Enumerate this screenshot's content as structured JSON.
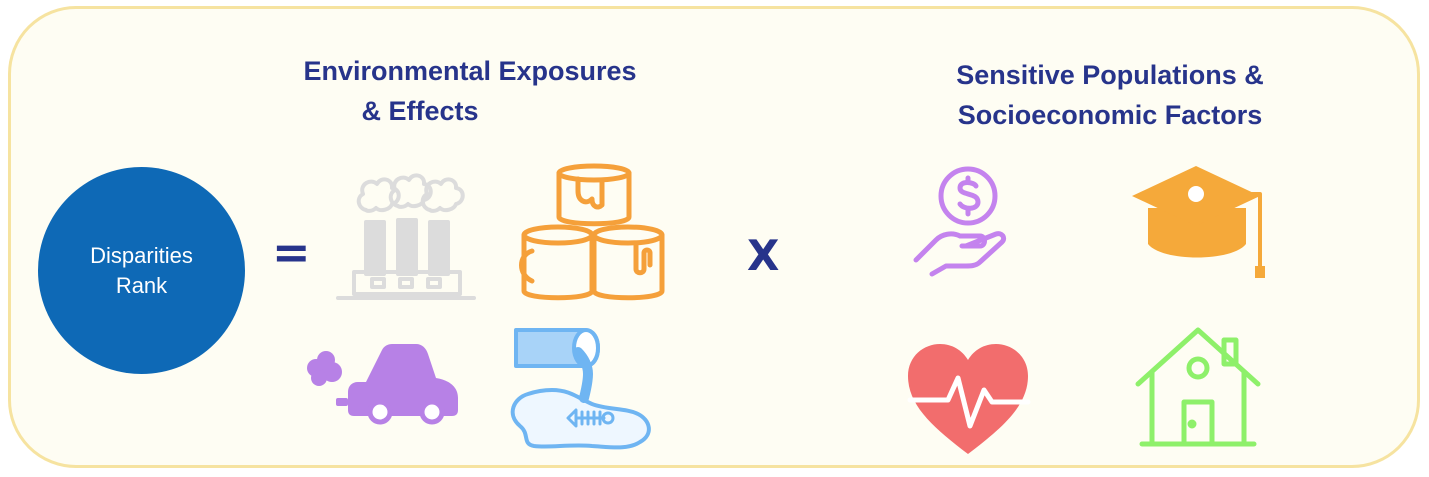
{
  "headings": {
    "environmental": {
      "line1": "Environmental Exposures",
      "line2": "& Effects"
    },
    "sensitive": {
      "line1": "Sensitive Populations &",
      "line2": "Socioeconomic Factors"
    }
  },
  "rank": {
    "line1": "Disparities",
    "line2": "Rank"
  },
  "operators": {
    "equals": "=",
    "times": "X"
  },
  "icons": {
    "environmental": [
      "factory-smoke-icon",
      "paint-cans-icon",
      "car-exhaust-icon",
      "water-pollution-icon"
    ],
    "sensitive": [
      "income-hand-icon",
      "graduation-cap-icon",
      "heart-pulse-icon",
      "house-icon"
    ]
  },
  "colors": {
    "heading": "#27348b",
    "circle": "#0e69b6",
    "panel_border": "#f6e3a0",
    "factory": "#dcdcdc",
    "paint": "#f5a03a",
    "car": "#b781e6",
    "water": "#6fb5f2",
    "money": "#c483ee",
    "cap": "#f5a93a",
    "heart": "#f26d6d",
    "house": "#8ef06a"
  }
}
